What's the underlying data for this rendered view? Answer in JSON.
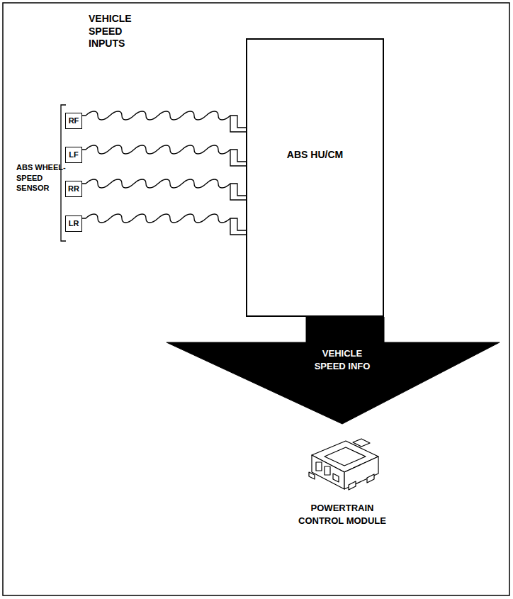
{
  "diagram": {
    "nodes": [
      {
        "text": [
          "RF"
        ]
      },
      {
        "text": [
          "LF"
        ]
      },
      {
        "text": [
          "RR"
        ]
      },
      {
        "text": [
          "LR"
        ]
      },
      {
        "text": [
          "ABS HU/CM"
        ]
      },
      {
        "text": [
          "POWERTRAIN CONTROL MODULE"
        ]
      }
    ],
    "edges": [
      {
        "from": 0,
        "to": 4,
        "arrow": "none"
      },
      {
        "from": 1,
        "to": 4,
        "arrow": "none"
      },
      {
        "from": 2,
        "to": 4,
        "arrow": "none"
      },
      {
        "from": 3,
        "to": 4,
        "arrow": "none"
      },
      {
        "from": 4,
        "to": 5,
        "label": "VEHICLE SPEED INFO",
        "arrow": "to"
      }
    ],
    "labels": [
      "VEHICLE SPEED INPUTS",
      "ABS WHEEL-SPEED SENSOR"
    ]
  }
}
